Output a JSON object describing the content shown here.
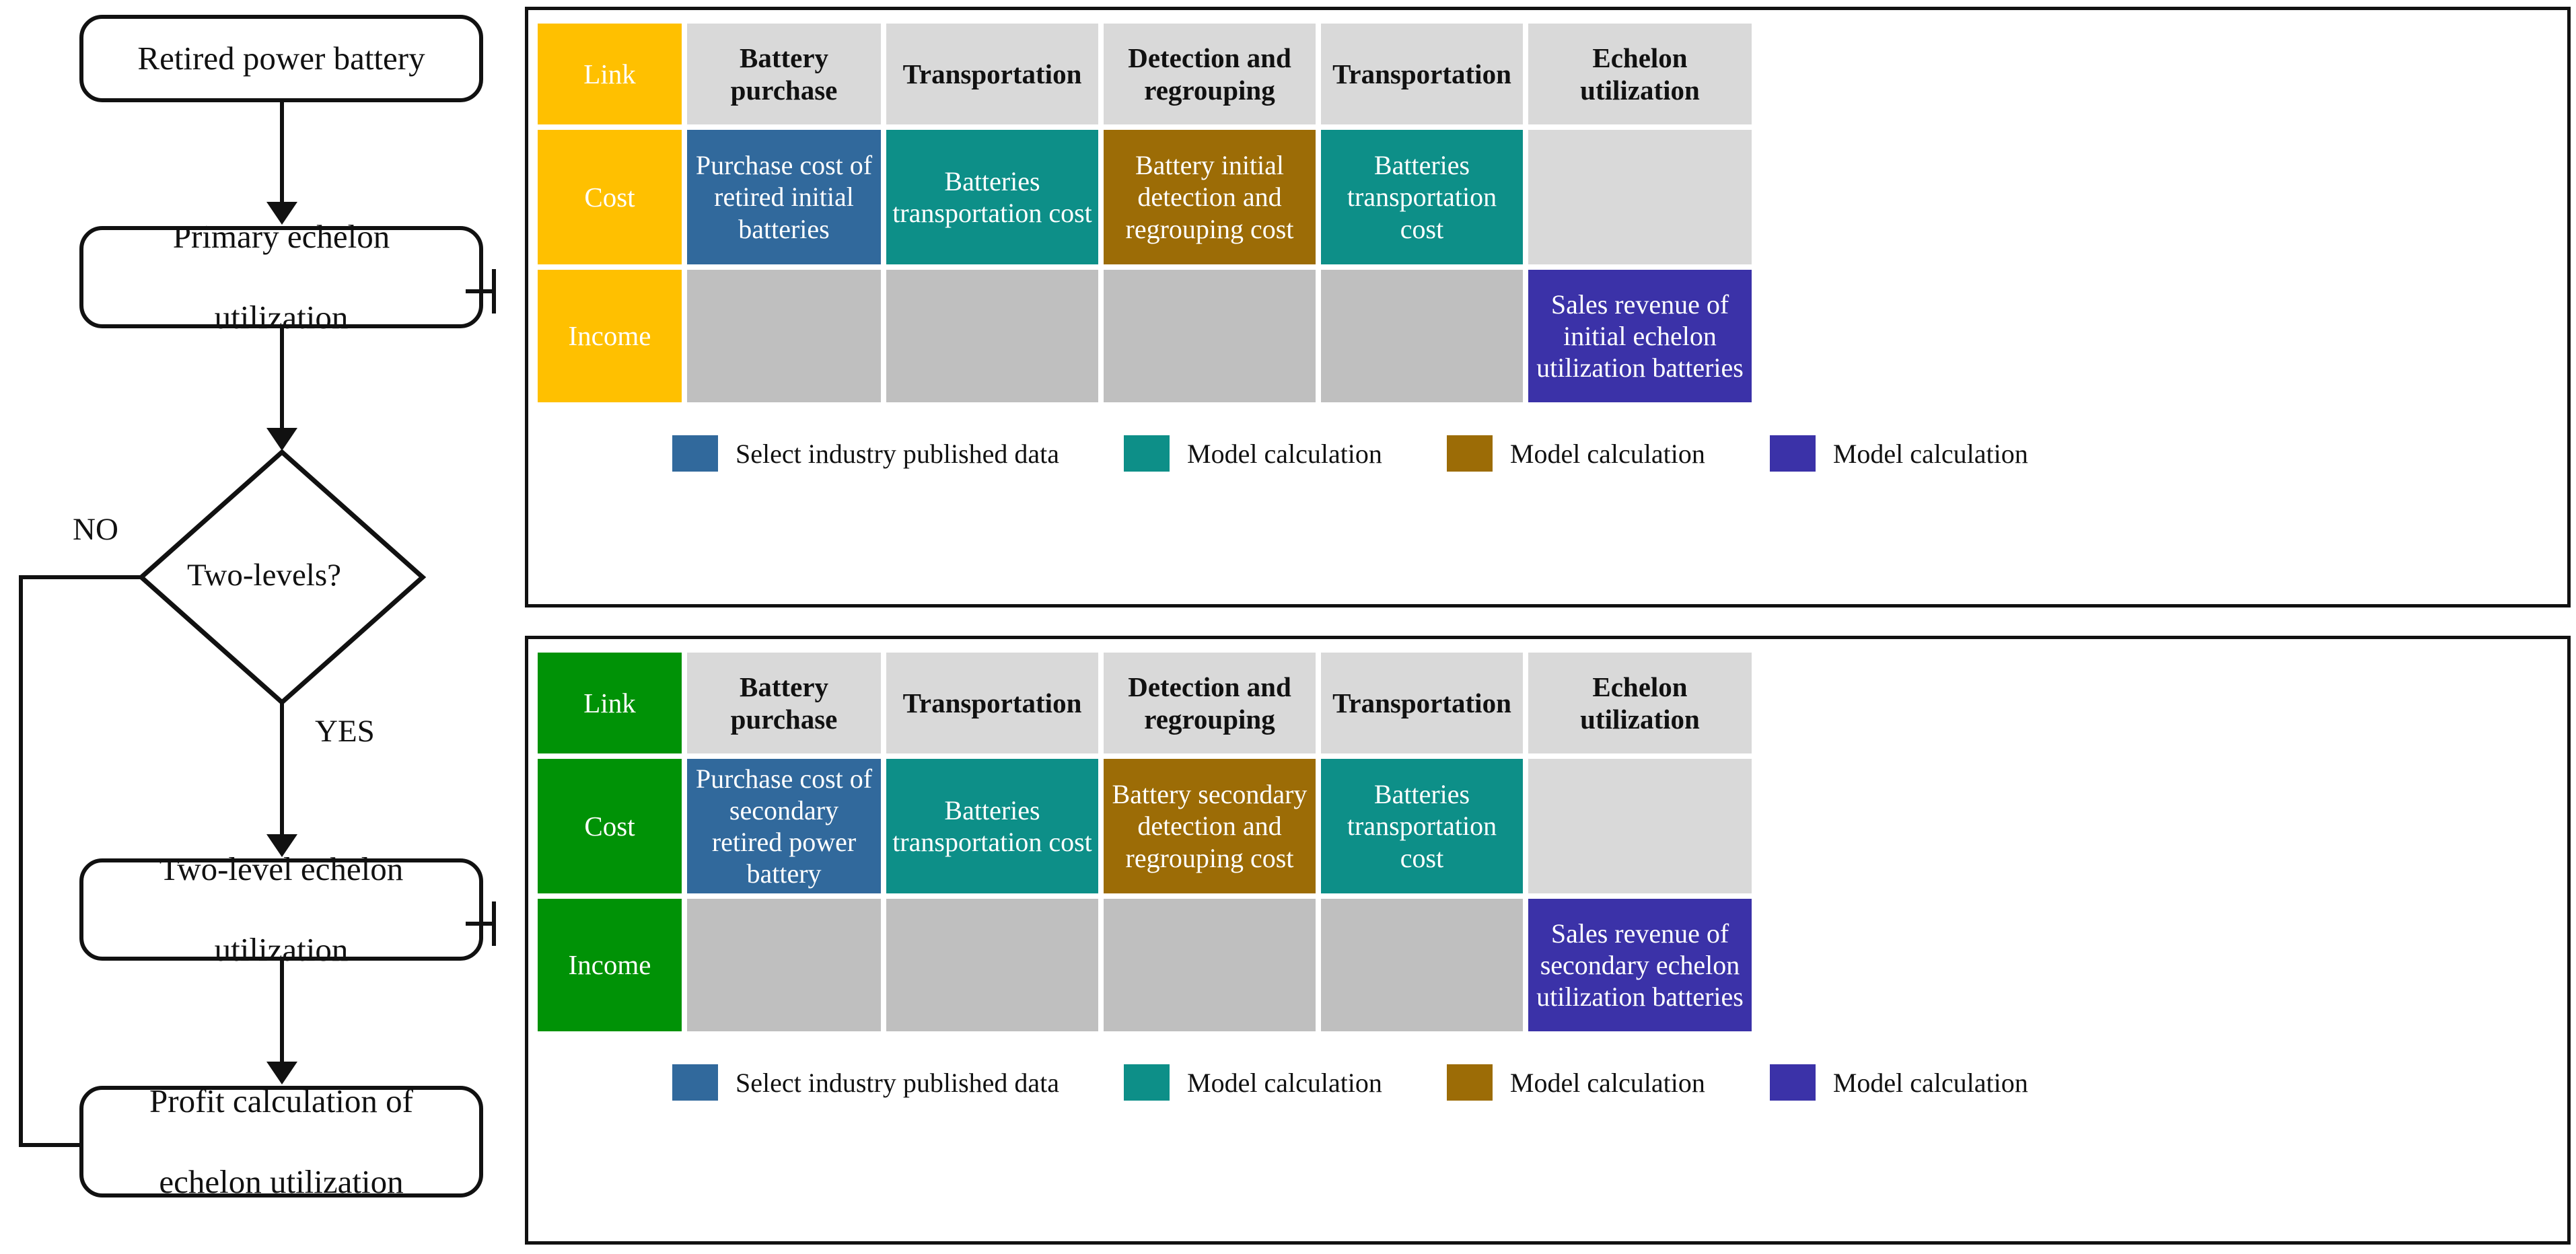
{
  "flowchart": {
    "nodes": [
      {
        "id": "retired-power-battery",
        "label": "Retired power battery",
        "shape": "rounded-rect"
      },
      {
        "id": "primary-echelon-utilization",
        "label": "Primary echelon utilization",
        "shape": "rounded-rect"
      },
      {
        "id": "two-levels-decision",
        "label": "Two-levels?",
        "shape": "diamond"
      },
      {
        "id": "two-level-echelon-utilization",
        "label": "Two-level echelon utilization",
        "shape": "rounded-rect"
      },
      {
        "id": "profit-calculation",
        "label": "Profit calculation of echelon utilization",
        "shape": "rounded-rect"
      }
    ],
    "branch_labels": {
      "no": "NO",
      "yes": "YES"
    },
    "node_text": {
      "retired": "Retired power battery",
      "primary_line1": "Primary echelon",
      "primary_line2": "utilization",
      "decision": "Two-levels?",
      "twolevel_line1": "Two-level echelon",
      "twolevel_line2": "utilization",
      "profit_line1": "Profit calculation of",
      "profit_line2": "echelon utilization"
    }
  },
  "colors": {
    "amber": "#ffc000",
    "green": "#009206",
    "blue": "#31699c",
    "teal": "#0d8f88",
    "gold": "#9c6c06",
    "indigo": "#3b32a8",
    "grey_body": "#bfbfbf",
    "grey_header": "#d9d9d9",
    "outline": "#111111"
  },
  "table_primary": {
    "row_labels": {
      "link": "Link",
      "cost": "Cost",
      "income": "Income"
    },
    "headers": [
      "Link",
      "Battery purchase",
      "Transportation",
      "Detection and regrouping",
      "Transportation",
      "Echelon utilization"
    ],
    "cost_row": [
      "Purchase cost of retired initial batteries",
      "Batteries transportation cost",
      "Battery initial detection and regrouping cost",
      "Batteries transportation cost",
      ""
    ],
    "income_row": [
      "",
      "",
      "",
      "",
      "Sales revenue of initial echelon utilization batteries"
    ],
    "legend": [
      {
        "color": "#31699c",
        "label": "Select industry published data"
      },
      {
        "color": "#0d8f88",
        "label": "Model calculation"
      },
      {
        "color": "#9c6c06",
        "label": "Model calculation"
      },
      {
        "color": "#3b32a8",
        "label": "Model calculation"
      }
    ]
  },
  "table_secondary": {
    "row_labels": {
      "link": "Link",
      "cost": "Cost",
      "income": "Income"
    },
    "headers": [
      "Link",
      "Battery purchase",
      "Transportation",
      "Detection and regrouping",
      "Transportation",
      "Echelon utilization"
    ],
    "cost_row": [
      "Purchase cost of secondary retired power battery",
      "Batteries transportation cost",
      "Battery secondary detection and regrouping cost",
      "Batteries transportation cost",
      ""
    ],
    "income_row": [
      "",
      "",
      "",
      "",
      "Sales revenue of secondary echelon utilization batteries"
    ],
    "legend": [
      {
        "color": "#31699c",
        "label": "Select industry published data"
      },
      {
        "color": "#0d8f88",
        "label": "Model calculation"
      },
      {
        "color": "#9c6c06",
        "label": "Model calculation"
      },
      {
        "color": "#3b32a8",
        "label": "Model calculation"
      }
    ]
  }
}
